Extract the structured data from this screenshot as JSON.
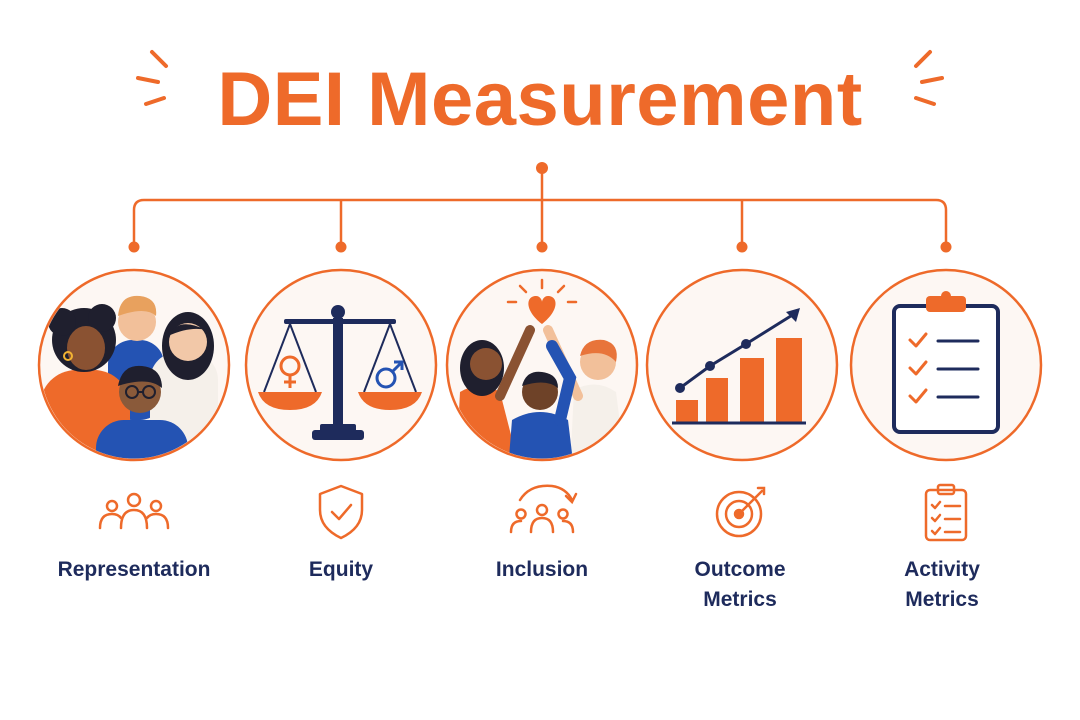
{
  "title": "DEI Measurement",
  "colors": {
    "accent": "#EE6A2A",
    "navy": "#1E2B5C",
    "blue": "#2453B3",
    "circle_fill": "#FDF7F3"
  },
  "categories": [
    {
      "id": "representation",
      "label": "Representation",
      "label_line2": "",
      "icon": "people-group-icon",
      "illustration": "diverse-group-illustration"
    },
    {
      "id": "equity",
      "label": "Equity",
      "label_line2": "",
      "icon": "shield-check-icon",
      "illustration": "balance-scale-gender-illustration"
    },
    {
      "id": "inclusion",
      "label": "Inclusion",
      "label_line2": "",
      "icon": "people-cycle-icon",
      "illustration": "high-five-heart-illustration"
    },
    {
      "id": "outcome",
      "label": "Outcome",
      "label_line2": "Metrics",
      "icon": "target-arrow-icon",
      "illustration": "bar-chart-trend-illustration"
    },
    {
      "id": "activity",
      "label": "Activity",
      "label_line2": "Metrics",
      "icon": "clipboard-check-icon",
      "illustration": "checklist-clipboard-illustration"
    }
  ]
}
